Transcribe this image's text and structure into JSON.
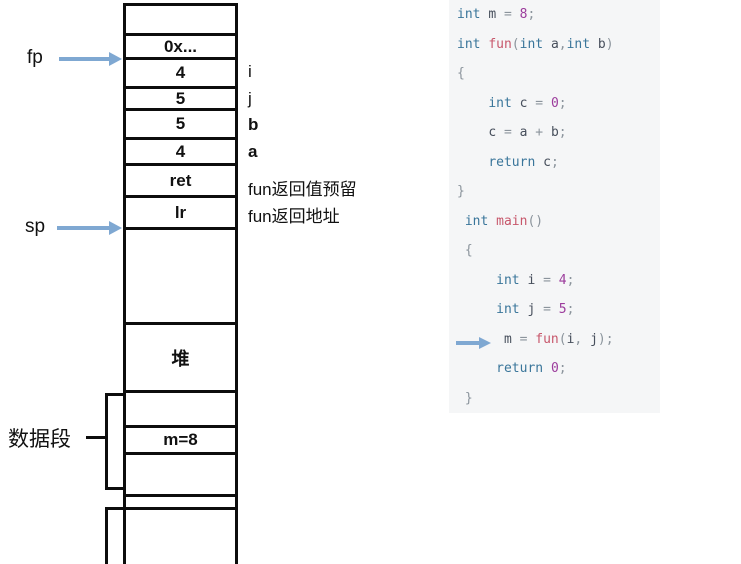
{
  "stack": {
    "cells": [
      {
        "label": ""
      },
      {
        "label": "0x..."
      },
      {
        "label": "4"
      },
      {
        "label": "5"
      },
      {
        "label": "5"
      },
      {
        "label": "4"
      },
      {
        "label": "ret"
      },
      {
        "label": "lr"
      },
      {
        "label": ""
      },
      {
        "label": "堆"
      },
      {
        "label": ""
      },
      {
        "label": "m=8"
      },
      {
        "label": ""
      },
      {
        "label": ""
      },
      {
        "label": ""
      }
    ],
    "side_labels": {
      "i": "i",
      "j": "j",
      "b": "b",
      "a": "a",
      "ret": "fun返回值预留",
      "lr": "fun返回地址"
    },
    "pointers": {
      "fp": "fp",
      "sp": "sp"
    },
    "segment_label": "数据段"
  },
  "code": {
    "lines": [
      {
        "tokens": [
          {
            "t": "k",
            "s": "int "
          },
          {
            "t": "v",
            "s": "m "
          },
          {
            "t": "o",
            "s": "= "
          },
          {
            "t": "n",
            "s": "8"
          },
          {
            "t": "o",
            "s": ";"
          }
        ]
      },
      {
        "tokens": [
          {
            "t": "k",
            "s": "int "
          },
          {
            "t": "f",
            "s": "fun"
          },
          {
            "t": "o",
            "s": "("
          },
          {
            "t": "k",
            "s": "int "
          },
          {
            "t": "v",
            "s": "a"
          },
          {
            "t": "o",
            "s": ","
          },
          {
            "t": "k",
            "s": "int "
          },
          {
            "t": "v",
            "s": "b"
          },
          {
            "t": "o",
            "s": ")"
          }
        ]
      },
      {
        "tokens": [
          {
            "t": "o",
            "s": "{"
          }
        ]
      },
      {
        "tokens": [
          {
            "t": "p",
            "s": "    "
          },
          {
            "t": "k",
            "s": "int "
          },
          {
            "t": "v",
            "s": "c "
          },
          {
            "t": "o",
            "s": "= "
          },
          {
            "t": "n",
            "s": "0"
          },
          {
            "t": "o",
            "s": ";"
          }
        ]
      },
      {
        "tokens": [
          {
            "t": "p",
            "s": "    "
          },
          {
            "t": "v",
            "s": "c "
          },
          {
            "t": "o",
            "s": "= "
          },
          {
            "t": "v",
            "s": "a "
          },
          {
            "t": "o",
            "s": "+ "
          },
          {
            "t": "v",
            "s": "b"
          },
          {
            "t": "o",
            "s": ";"
          }
        ]
      },
      {
        "tokens": [
          {
            "t": "p",
            "s": "    "
          },
          {
            "t": "k",
            "s": "return "
          },
          {
            "t": "v",
            "s": "c"
          },
          {
            "t": "o",
            "s": ";"
          }
        ]
      },
      {
        "tokens": [
          {
            "t": "o",
            "s": "}"
          }
        ]
      },
      {
        "tokens": [
          {
            "t": "p",
            "s": " "
          },
          {
            "t": "k",
            "s": "int "
          },
          {
            "t": "f",
            "s": "main"
          },
          {
            "t": "o",
            "s": "()"
          }
        ]
      },
      {
        "tokens": [
          {
            "t": "p",
            "s": " "
          },
          {
            "t": "o",
            "s": "{"
          }
        ]
      },
      {
        "tokens": [
          {
            "t": "p",
            "s": "     "
          },
          {
            "t": "k",
            "s": "int "
          },
          {
            "t": "v",
            "s": "i "
          },
          {
            "t": "o",
            "s": "= "
          },
          {
            "t": "n",
            "s": "4"
          },
          {
            "t": "o",
            "s": ";"
          }
        ]
      },
      {
        "tokens": [
          {
            "t": "p",
            "s": "     "
          },
          {
            "t": "k",
            "s": "int "
          },
          {
            "t": "v",
            "s": "j "
          },
          {
            "t": "o",
            "s": "= "
          },
          {
            "t": "n",
            "s": "5"
          },
          {
            "t": "o",
            "s": ";"
          }
        ]
      },
      {
        "tokens": [
          {
            "t": "p",
            "s": "      "
          },
          {
            "t": "v",
            "s": "m "
          },
          {
            "t": "o",
            "s": "= "
          },
          {
            "t": "f",
            "s": "fun"
          },
          {
            "t": "o",
            "s": "("
          },
          {
            "t": "v",
            "s": "i"
          },
          {
            "t": "o",
            "s": ", "
          },
          {
            "t": "v",
            "s": "j"
          },
          {
            "t": "o",
            "s": ");"
          }
        ]
      },
      {
        "tokens": [
          {
            "t": "p",
            "s": "     "
          },
          {
            "t": "k",
            "s": "return "
          },
          {
            "t": "n",
            "s": "0"
          },
          {
            "t": "o",
            "s": ";"
          }
        ]
      },
      {
        "tokens": [
          {
            "t": "p",
            "s": " "
          },
          {
            "t": "o",
            "s": "}"
          }
        ]
      }
    ]
  },
  "colors": {
    "arrow": "#7fa8d2",
    "keyword": "#39759a",
    "function": "#c7576b",
    "number": "#9c3c9c",
    "identifier": "#474f5c",
    "punctuation": "#8b949c",
    "code_background": "#f5f6f7",
    "line_black": "#0d0d0d"
  }
}
